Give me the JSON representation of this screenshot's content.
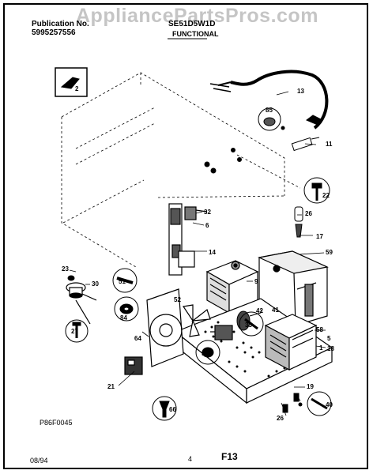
{
  "header": {
    "watermark": "AppliancePartsPros.com",
    "publication_label": "Publication No.",
    "publication_number": "5995257556",
    "model_number": "SE51D5W1D",
    "section_title": "FUNCTIONAL"
  },
  "footer": {
    "drawing_code": "P86F0045",
    "date": "08/94",
    "page_number": "4",
    "figure_id": "F13"
  },
  "callouts": [
    "2",
    "13",
    "85",
    "11",
    "22",
    "26",
    "17",
    "59",
    "32",
    "6",
    "14",
    "9",
    "23",
    "30",
    "51",
    "52",
    "84",
    "27",
    "64",
    "32",
    "33",
    "42",
    "41",
    "58",
    "5",
    "1",
    "18",
    "21",
    "66",
    "19",
    "40",
    "26"
  ]
}
